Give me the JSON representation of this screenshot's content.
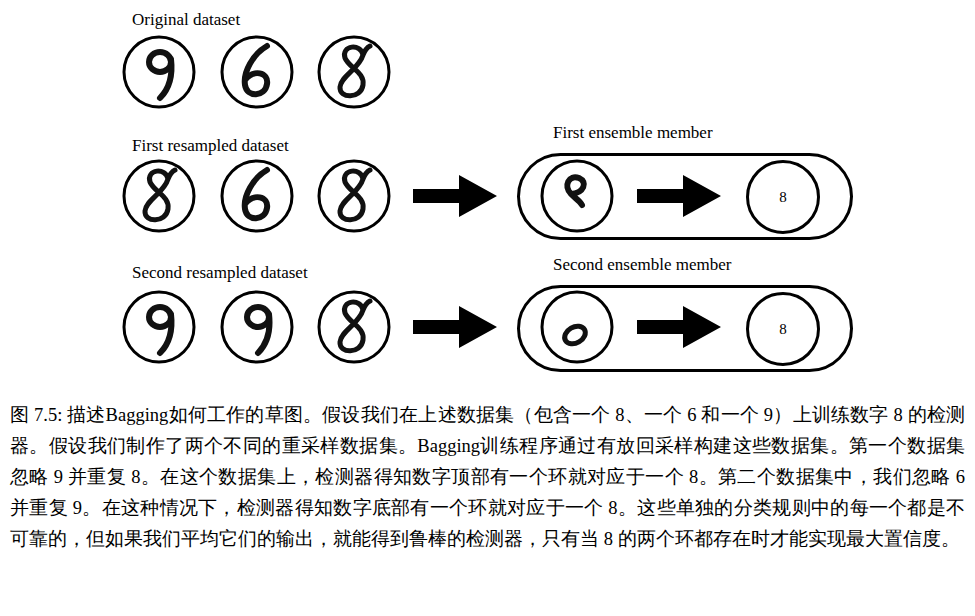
{
  "diagram": {
    "caption": "图 7.5: 描述Bagging如何工作的草图。假设我们在上述数据集（包含一个 8、一个 6 和一个 9）上训练数字 8 的检测器。假设我们制作了两个不同的重采样数据集。Bagging训练程序通过有放回采样构建这些数据集。第一个数据集忽略 9 并重复 8。在这个数据集上，检测器得知数字顶部有一个环就对应于一个 8。第二个数据集中，我们忽略 6 并重复 9。在这种情况下，检测器得知数字底部有一个环就对应于一个 8。这些单独的分类规则中的每一个都是不可靠的，但如果我们平均它们的输出，就能得到鲁棒的检测器，只有当 8 的两个环都存在时才能实现最大置信度。",
    "nodes": [
      {
        "text": [
          "First ensemble member"
        ]
      },
      {
        "text": [
          "8"
        ],
        "in": 0
      },
      {
        "text": [
          "Second ensemble member"
        ]
      },
      {
        "text": [
          "8"
        ],
        "in": 2
      }
    ],
    "labels": [
      "Original dataset",
      "First resampled dataset",
      "Second resampled dataset"
    ]
  }
}
